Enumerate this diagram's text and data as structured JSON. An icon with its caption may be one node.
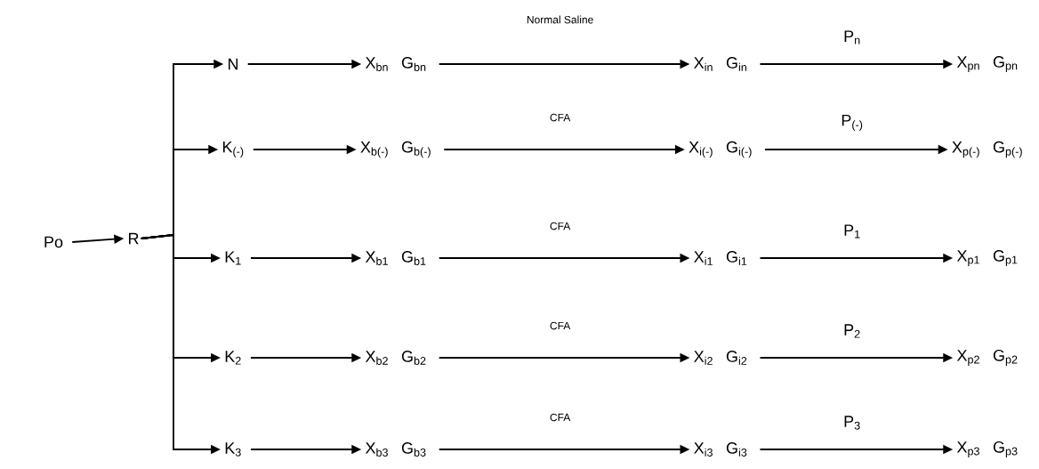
{
  "diagram": {
    "nodes": [
      {
        "text": [
          "Po"
        ]
      },
      {
        "text": [
          "R"
        ]
      },
      {
        "text": [
          "N"
        ]
      },
      {
        "text": [
          "K$_{(-)}$"
        ]
      },
      {
        "text": [
          "K$_{1}$"
        ]
      },
      {
        "text": [
          "K$_{2}$"
        ]
      },
      {
        "text": [
          "K$_{3}$"
        ]
      },
      {
        "text": [
          "X$_{bn}$",
          "G$_{bn}$"
        ]
      },
      {
        "text": [
          "X$_{b(-)}$",
          "G$_{b(-)}$"
        ]
      },
      {
        "text": [
          "X$_{b1}$",
          "G$_{b1}$"
        ]
      },
      {
        "text": [
          "X$_{b2}$",
          "G$_{b2}$"
        ]
      },
      {
        "text": [
          "X$_{b3}$",
          "G$_{b3}$"
        ]
      },
      {
        "text": [
          "X$_{in}$",
          "G$_{in}$"
        ]
      },
      {
        "text": [
          "X$_{i(-)}$",
          "G$_{i(-)}$"
        ]
      },
      {
        "text": [
          "X$_{i1}$",
          "G$_{i1}$"
        ]
      },
      {
        "text": [
          "X$_{i2}$",
          "G$_{i2}$"
        ]
      },
      {
        "text": [
          "X$_{i3}$",
          "G$_{i3}$"
        ]
      },
      {
        "text": [
          "X$_{pn}$",
          "G$_{pn}$"
        ]
      },
      {
        "text": [
          "X$_{p(-)}$",
          "G$_{p(-)}$"
        ]
      },
      {
        "text": [
          "X$_{p1}$",
          "G$_{p1}$"
        ]
      },
      {
        "text": [
          "X$_{p2}$",
          "G$_{p2}$"
        ]
      },
      {
        "text": [
          "X$_{p3}$",
          "G$_{p3}$"
        ]
      }
    ],
    "edges": [
      {
        "from": 0,
        "to": 1,
        "arrow": "to"
      },
      {
        "from": 1,
        "to": 2,
        "arrow": "to"
      },
      {
        "from": 1,
        "to": 3,
        "arrow": "to"
      },
      {
        "from": 1,
        "to": 4,
        "arrow": "to"
      },
      {
        "from": 1,
        "to": 5,
        "arrow": "to"
      },
      {
        "from": 1,
        "to": 6,
        "arrow": "to"
      },
      {
        "from": 2,
        "to": 7,
        "arrow": "to"
      },
      {
        "from": 3,
        "to": 8,
        "arrow": "to"
      },
      {
        "from": 4,
        "to": 9,
        "arrow": "to"
      },
      {
        "from": 5,
        "to": 10,
        "arrow": "to"
      },
      {
        "from": 6,
        "to": 11,
        "arrow": "to"
      },
      {
        "from": 7,
        "to": 12,
        "arrow": "to",
        "label": "Normal Saline"
      },
      {
        "from": 8,
        "to": 13,
        "arrow": "to",
        "label": "CFA"
      },
      {
        "from": 9,
        "to": 14,
        "arrow": "to",
        "label": "CFA"
      },
      {
        "from": 10,
        "to": 15,
        "arrow": "to",
        "label": "CFA"
      },
      {
        "from": 11,
        "to": 16,
        "arrow": "to",
        "label": "CFA"
      },
      {
        "from": 12,
        "to": 17,
        "arrow": "to",
        "label": "P$_{n}$"
      },
      {
        "from": 13,
        "to": 18,
        "arrow": "to",
        "label": "P$_{(-)}$"
      },
      {
        "from": 14,
        "to": 19,
        "arrow": "to",
        "label": "P$_{1}$"
      },
      {
        "from": 15,
        "to": 20,
        "arrow": "to",
        "label": "P$_{2}$"
      },
      {
        "from": 16,
        "to": 21,
        "arrow": "to",
        "label": "P$_{3}$"
      }
    ]
  }
}
